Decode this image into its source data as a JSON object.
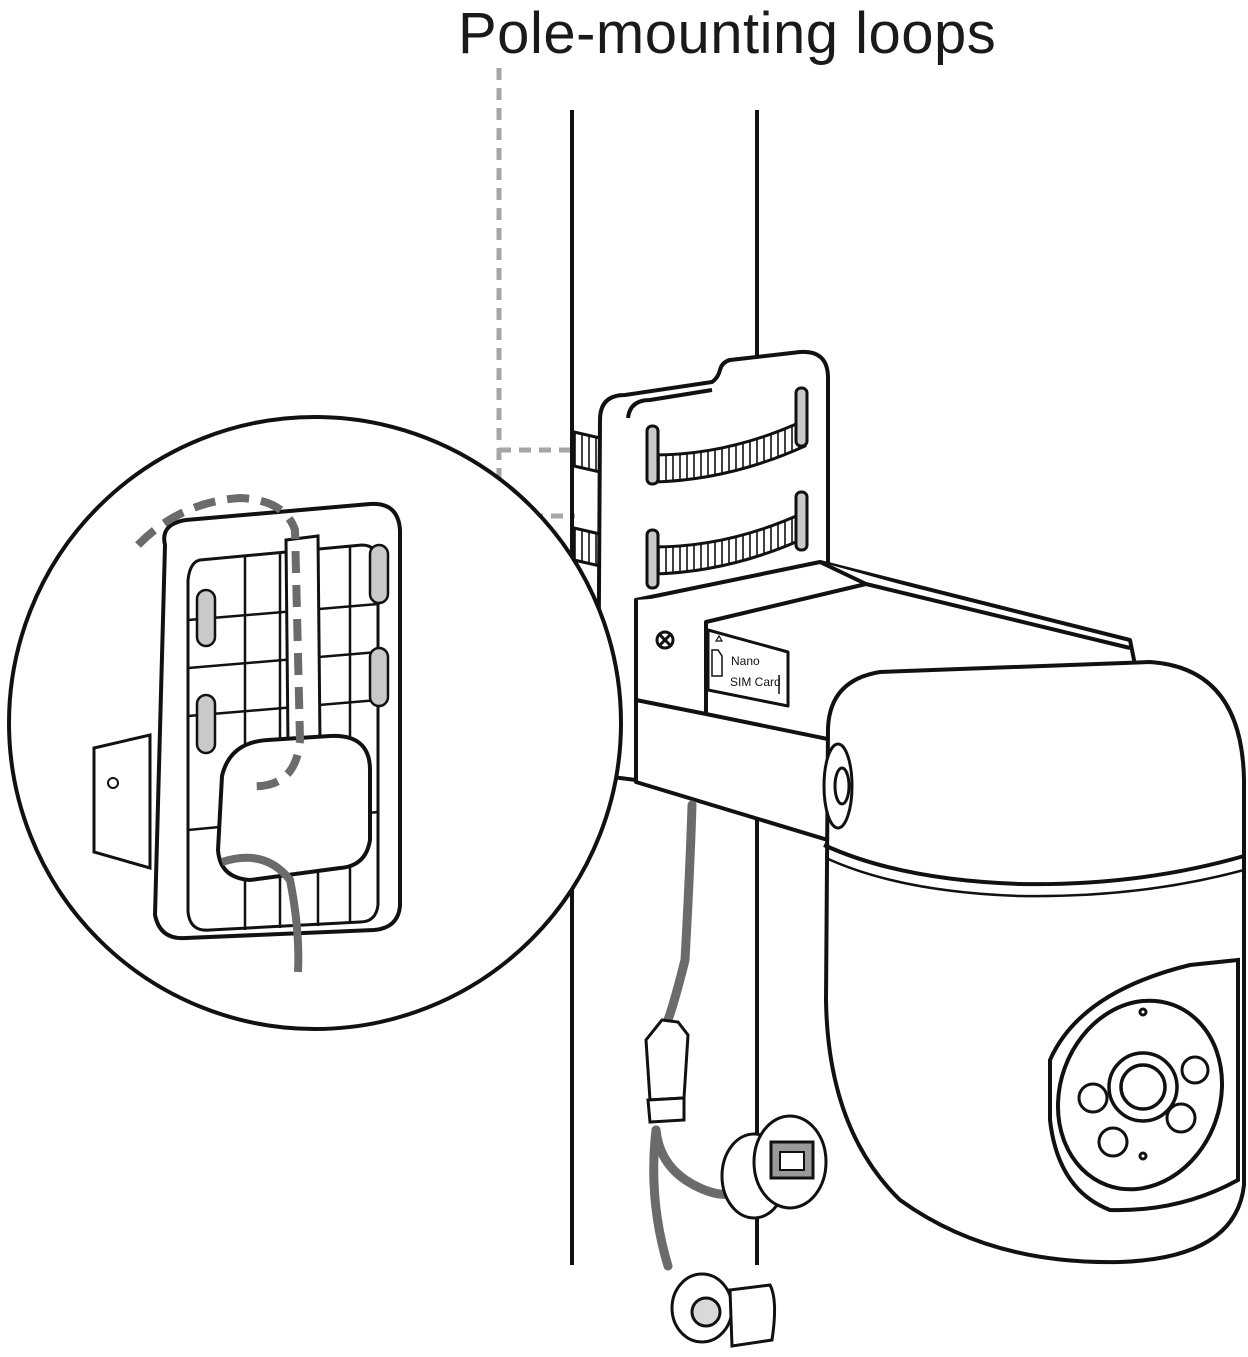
{
  "callout": {
    "title": "Pole-mounting loops"
  },
  "sim_slot": {
    "line1": "Nano",
    "line2": "SIM Card"
  },
  "colors": {
    "line": "#111111",
    "leader": "#a6a6a6",
    "cable": "#6b6b6b",
    "loop_fill": "#c9c9c9"
  }
}
